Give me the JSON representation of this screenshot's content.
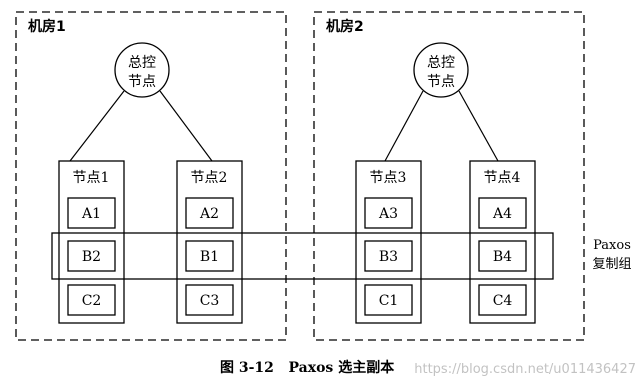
{
  "rooms": [
    {
      "label": "机房1"
    },
    {
      "label": "机房2"
    }
  ],
  "controllers": [
    {
      "line1": "总控",
      "line2": "节点"
    },
    {
      "line1": "总控",
      "line2": "节点"
    }
  ],
  "nodes": [
    {
      "label": "节点1",
      "replicas": [
        "A1",
        "B2",
        "C2"
      ]
    },
    {
      "label": "节点2",
      "replicas": [
        "A2",
        "B1",
        "C3"
      ]
    },
    {
      "label": "节点3",
      "replicas": [
        "A3",
        "B3",
        "C1"
      ]
    },
    {
      "label": "节点4",
      "replicas": [
        "A4",
        "B4",
        "C4"
      ]
    }
  ],
  "paxos_group": {
    "line1": "Paxos",
    "line2": "复制组"
  },
  "caption": "图 3-12   Paxos 选主副本",
  "watermark": "https://blog.csdn.net/u011436427"
}
